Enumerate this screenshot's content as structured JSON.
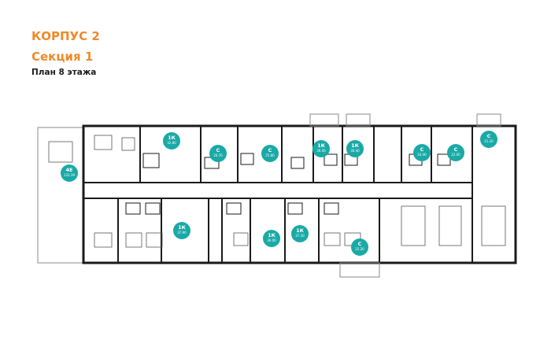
{
  "header": {
    "building": "КОРПУС 2",
    "section": "Секция 1",
    "floor_plan": "План 8 этажа"
  },
  "colors": {
    "accent_orange": "#ee8a2a",
    "badge_teal": "#1aa9a6",
    "wall": "#1a1a1a"
  },
  "apartments": [
    {
      "label": "4Е",
      "area": "132.39"
    },
    {
      "label": "1К",
      "area": "32.80"
    },
    {
      "label": "С",
      "area": "26.70"
    },
    {
      "label": "С",
      "area": "25.80"
    },
    {
      "label": "1К",
      "area": "36.00"
    },
    {
      "label": "1К",
      "area": "36.40"
    },
    {
      "label": "С",
      "area": "24.40"
    },
    {
      "label": "С",
      "area": "22.00"
    },
    {
      "label": "С",
      "area": "21.20"
    },
    {
      "label": "1К",
      "area": "37.90"
    },
    {
      "label": "1К",
      "area": "36.00"
    },
    {
      "label": "1К",
      "area": "37.30"
    },
    {
      "label": "С",
      "area": "25.20"
    }
  ]
}
